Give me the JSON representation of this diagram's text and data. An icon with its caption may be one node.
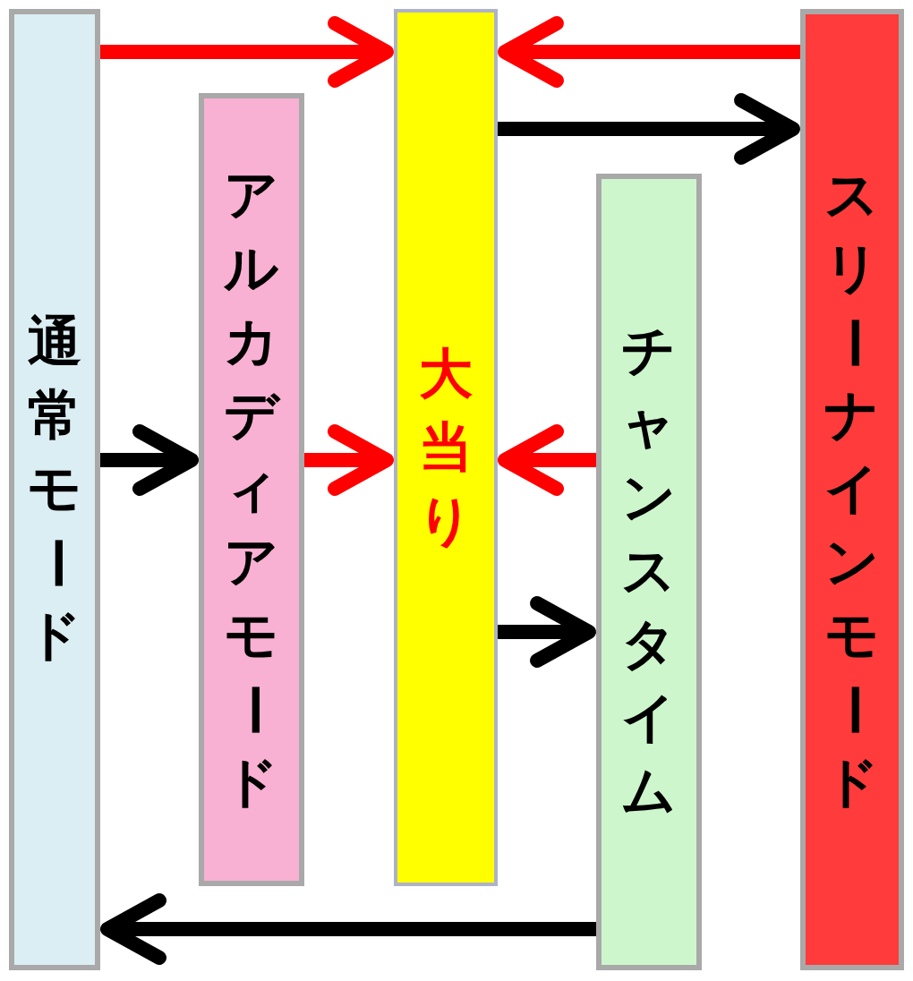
{
  "diagram": {
    "nodes": [
      {
        "text": [
          "通常モード"
        ]
      },
      {
        "text": [
          "アルカディアモード"
        ]
      },
      {
        "text": [
          "大当り"
        ]
      },
      {
        "text": [
          "チャンスタイム"
        ]
      },
      {
        "text": [
          "スリーナインモード"
        ]
      }
    ],
    "edges": [
      {
        "from": 0,
        "to": 2,
        "arrow": "to",
        "color": "#ff0000"
      },
      {
        "from": 4,
        "to": 2,
        "arrow": "to",
        "color": "#ff0000"
      },
      {
        "from": 2,
        "to": 4,
        "arrow": "to",
        "color": "#000000"
      },
      {
        "from": 0,
        "to": 1,
        "arrow": "to",
        "color": "#000000"
      },
      {
        "from": 1,
        "to": 2,
        "arrow": "to",
        "color": "#ff0000"
      },
      {
        "from": 3,
        "to": 2,
        "arrow": "to",
        "color": "#ff0000"
      },
      {
        "from": 2,
        "to": 3,
        "arrow": "to",
        "color": "#000000"
      },
      {
        "from": 3,
        "to": 0,
        "arrow": "to",
        "color": "#000000"
      }
    ]
  }
}
